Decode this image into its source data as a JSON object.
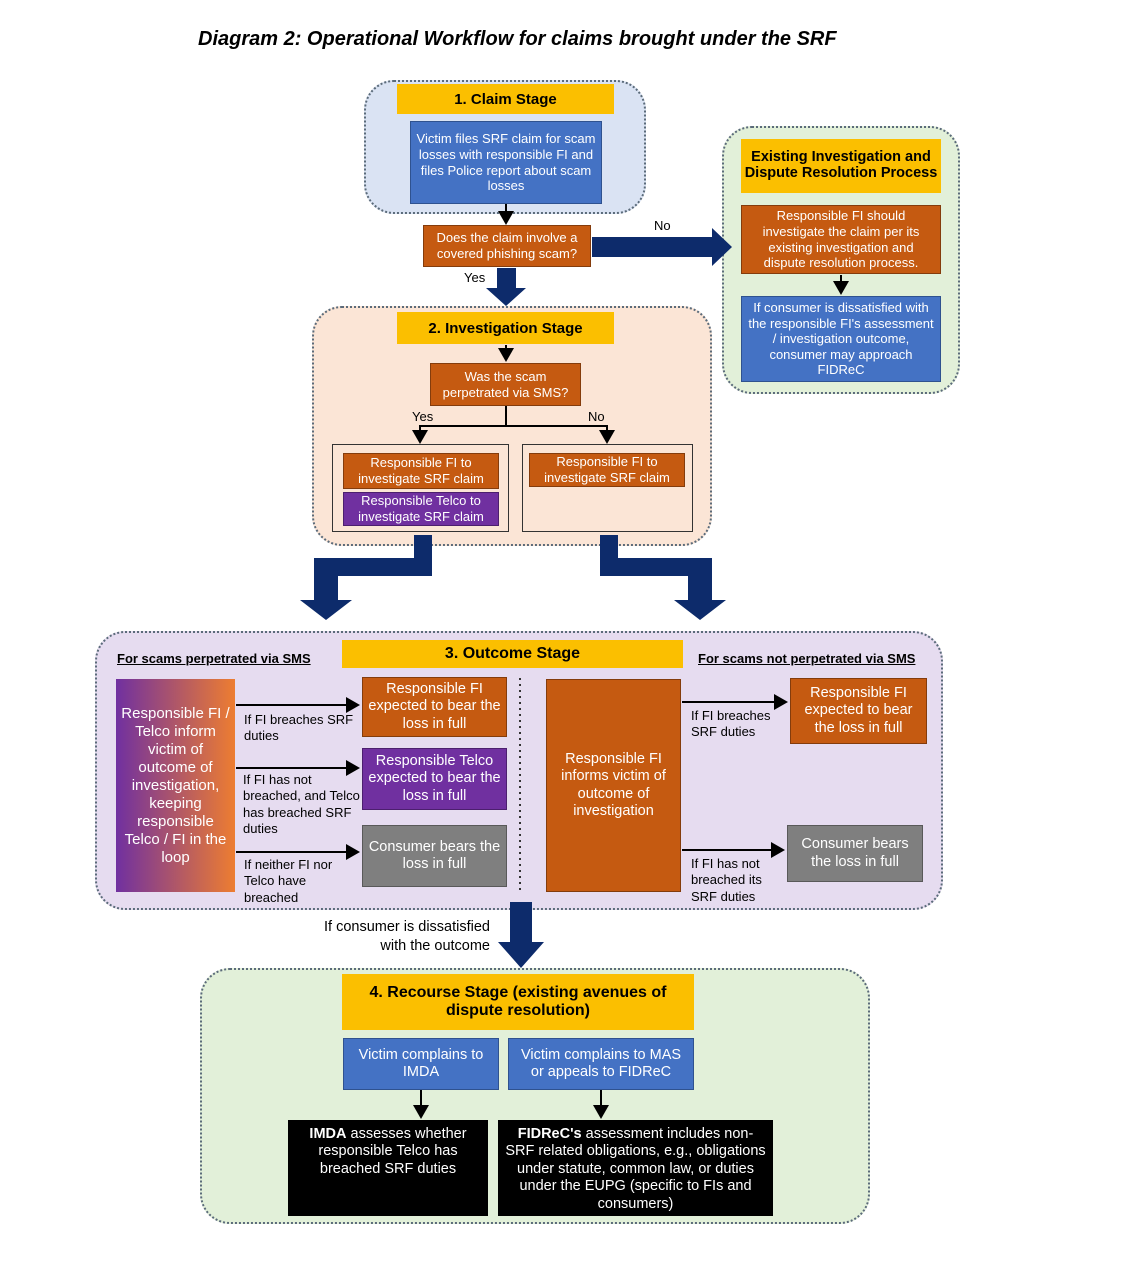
{
  "title": "Diagram 2: Operational Workflow for claims brought under the SRF",
  "stage1": {
    "header": "1. Claim Stage",
    "file_claim": "Victim files SRF claim for scam losses with responsible FI and files Police report about scam losses",
    "question": "Does the claim involve a covered phishing scam?",
    "yes": "Yes",
    "no": "No"
  },
  "existing": {
    "header": "Existing Investigation and Dispute Resolution Process",
    "investigate": "Responsible FI should investigate the claim per its existing investigation and dispute resolution process.",
    "dissatisfied": "If consumer is dissatisfied with the responsible FI's assessment / investigation outcome, consumer may approach FIDReC"
  },
  "stage2": {
    "header": "2. Investigation Stage",
    "question": "Was the scam perpetrated via SMS?",
    "yes": "Yes",
    "no": "No",
    "fi_investigate_yes": "Responsible FI to investigate SRF claim",
    "telco_investigate": "Responsible Telco to investigate SRF claim",
    "fi_investigate_no": "Responsible FI to investigate SRF claim"
  },
  "stage3": {
    "header": "3. Outcome Stage",
    "left_label": "For scams perpetrated via SMS",
    "right_label": "For scams not perpetrated via SMS",
    "left_inform": "Responsible FI / Telco inform victim of outcome of investigation, keeping responsible Telco / FI in the loop",
    "cond_fi_breach": "If FI breaches SRF duties",
    "cond_telco_breach": "If FI has not breached, and Telco has breached SRF duties",
    "cond_neither": "If neither FI nor Telco have breached",
    "fi_bear": "Responsible FI expected to bear the loss in full",
    "telco_bear": "Responsible Telco expected to bear the loss in full",
    "consumer_bear": "Consumer bears the loss in full",
    "right_inform": "Responsible FI informs victim of outcome of investigation",
    "r_cond_fi_breach": "If FI breaches SRF duties",
    "r_cond_no_breach": "If FI has not breached its SRF duties",
    "r_fi_bear": "Responsible FI expected to bear the loss in full",
    "r_consumer_bear": "Consumer bears the loss in full"
  },
  "dissatisfied_outcome": "If consumer is dissatisfied with the outcome",
  "stage4": {
    "header": "4. Recourse Stage (existing avenues of dispute resolution)",
    "imda_complain": "Victim complains to IMDA",
    "mas_complain": "Victim complains to MAS or appeals to FIDReC",
    "imda_bold": "IMDA",
    "imda_assess": " assesses whether responsible Telco has breached SRF duties",
    "fidrec_bold": "FIDReC's",
    "fidrec_assess": " assessment includes non-SRF related obligations, e.g., obligations under statute, common law, or duties under the EUPG (specific to FIs and consumers)"
  },
  "colors": {
    "header_yellow": "#fbbf00",
    "box_blue": "#4472c4",
    "box_orange": "#c55a11",
    "box_purple": "#7030a0",
    "box_gray": "#7f7f7f",
    "arrow_navy": "#0d2b6b",
    "stage1_bg": "#dae3f3",
    "stage2_bg": "#fbe5d6",
    "stage3_bg": "#e6dcf0",
    "stage4_bg": "#e2f0d9"
  }
}
